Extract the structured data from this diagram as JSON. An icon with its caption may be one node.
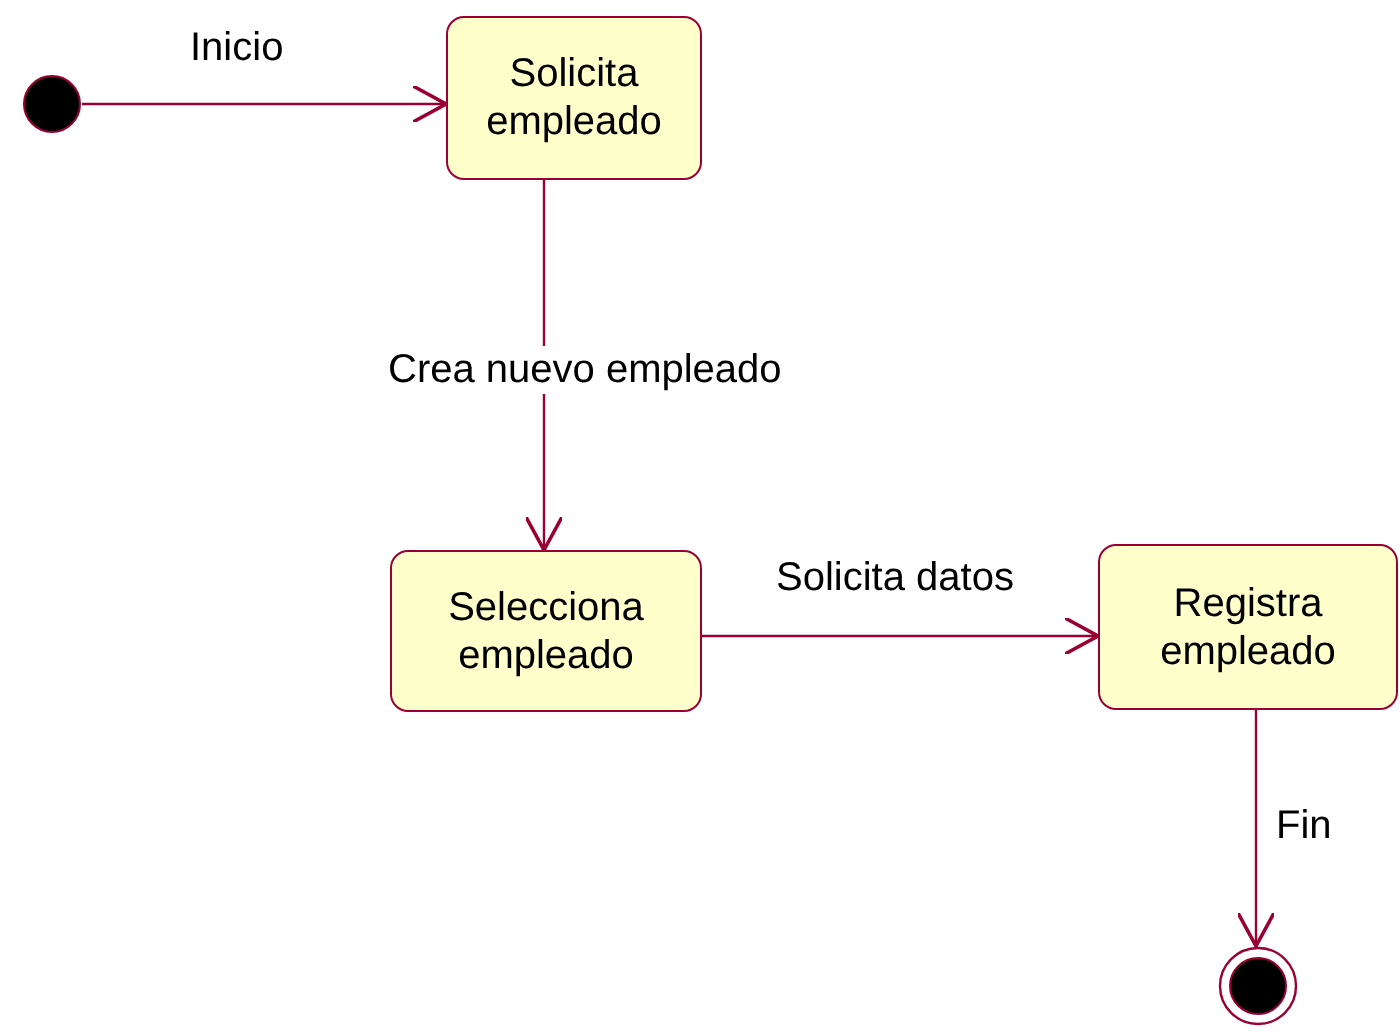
{
  "diagram": {
    "nodes": [
      {
        "text": [],
        "shape": "circle"
      },
      {
        "text": [
          "Solicita empleado"
        ]
      },
      {
        "text": [
          "Selecciona empleado"
        ]
      },
      {
        "text": [
          "Registra empleado"
        ]
      },
      {
        "text": [],
        "shape": "bullseye"
      }
    ],
    "edges": [
      {
        "from": 0,
        "to": 1,
        "arrow": "to",
        "label": "Inicio"
      },
      {
        "from": 1,
        "to": 2,
        "arrow": "to",
        "label": "Crea nuevo empleado"
      },
      {
        "from": 2,
        "to": 3,
        "arrow": "to",
        "label": "Solicita datos"
      },
      {
        "from": 3,
        "to": 4,
        "arrow": "to",
        "label": "Fin"
      }
    ]
  }
}
